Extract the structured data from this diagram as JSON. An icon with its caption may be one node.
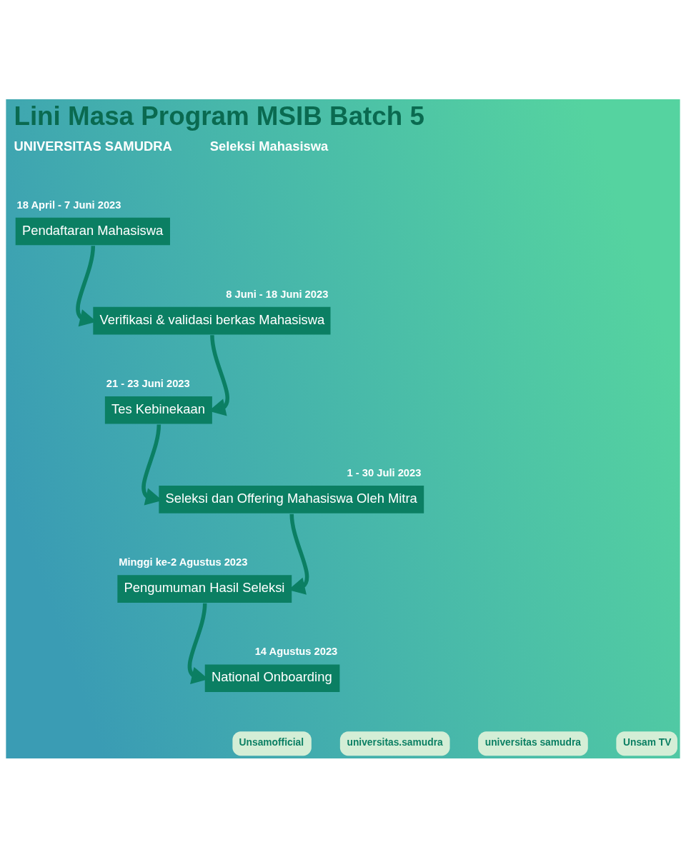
{
  "diagram": {
    "title": "Lini Masa Program MSIB Batch 5",
    "nodes": [
      {
        "text": [
          "Pendaftaran Mahasiswa"
        ],
        "beside": [
          "18 April - 7 Juni 2023"
        ]
      },
      {
        "text": [
          "Verifikasi & validasi berkas Mahasiswa"
        ],
        "beside": [
          "8 Juni - 18 Juni 2023"
        ]
      },
      {
        "text": [
          "Tes Kebinekaan"
        ],
        "beside": [
          "21 - 23 Juni 2023"
        ]
      },
      {
        "text": [
          "Seleksi dan Offering Mahasiswa Oleh Mitra"
        ],
        "beside": [
          "1 - 30 Juli 2023"
        ]
      },
      {
        "text": [
          "Pengumuman Hasil Seleksi"
        ],
        "beside": [
          "Minggi ke-2 Agustus 2023"
        ]
      },
      {
        "text": [
          "National Onboarding"
        ],
        "beside": [
          "14 Agustus 2023"
        ]
      }
    ],
    "edges": [
      {
        "from": 0,
        "to": 1,
        "arrow": "to"
      },
      {
        "from": 1,
        "to": 2,
        "arrow": "to"
      },
      {
        "from": 2,
        "to": 3,
        "arrow": "to"
      },
      {
        "from": 3,
        "to": 4,
        "arrow": "to"
      },
      {
        "from": 4,
        "to": 5,
        "arrow": "to"
      }
    ],
    "labels": [
      "UNIVERSITAS SAMUDRA",
      "Seleksi Mahasiswa",
      "Unsamofficial",
      "universitas.samudra",
      "universitas samudra",
      "Unsam TV"
    ]
  }
}
